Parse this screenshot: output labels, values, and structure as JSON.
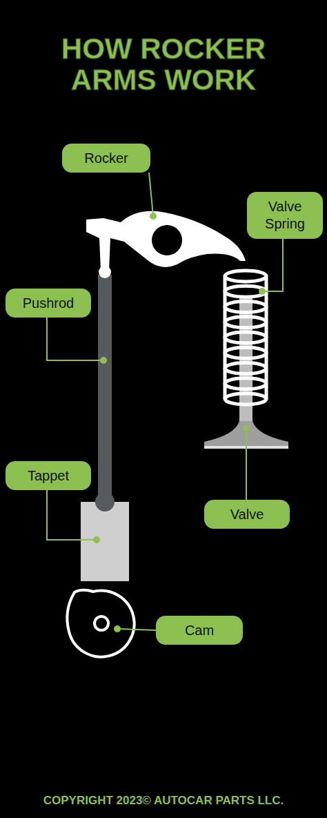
{
  "diagram": {
    "title": "HOW ROCKER ARMS WORK",
    "caption": "COPYRIGHT 2023© AUTOCAR PARTS LLC.",
    "nodes": [
      {
        "text": [
          "Rocker"
        ]
      },
      {
        "text": [
          "Valve Spring"
        ]
      },
      {
        "text": [
          "Pushrod"
        ]
      },
      {
        "text": [
          "Tappet"
        ]
      },
      {
        "text": [
          "Valve"
        ]
      },
      {
        "text": [
          "Cam"
        ]
      }
    ]
  }
}
